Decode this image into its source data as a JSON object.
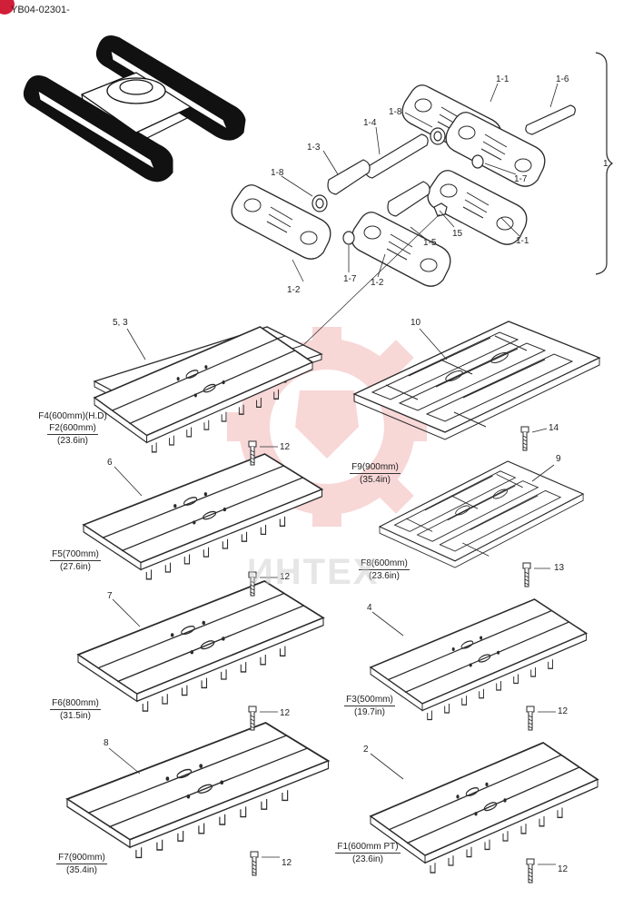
{
  "page": {
    "code": "YB04-02301-",
    "assembly_number": "1"
  },
  "watermark": {
    "text": "ИНТЕХ"
  },
  "callouts": {
    "c1_1a": "1-1",
    "c1_6": "1-6",
    "c1_8a": "1-8",
    "c1_4": "1-4",
    "c1_3": "1-3",
    "c1_7a": "1-7",
    "c1_8b": "1-8",
    "c1_5": "1-5",
    "c15": "15",
    "c1_1b": "1-1",
    "c1_2a": "1-2",
    "c1_7b": "1-7",
    "c1_2b": "1-2",
    "c53": "5, 3",
    "c10": "10",
    "c14": "14",
    "c12a": "12",
    "c6": "6",
    "c9": "9",
    "c12b": "12",
    "c13": "13",
    "c7": "7",
    "c4": "4",
    "c12c": "12",
    "c12d": "12",
    "c8": "8",
    "c2": "2",
    "c12e": "12",
    "c12f": "12"
  },
  "specs": {
    "f4_line1": "F4(600mm)(H.D)",
    "f4_line2": "F2(600mm)",
    "f4_in": "(23.6in)",
    "f9_line1": "F9(900mm)",
    "f9_in": "(35.4in)",
    "f5_line1": "F5(700mm)",
    "f5_in": "(27.6in)",
    "f8_line1": "F8(600mm)",
    "f8_in": "(23.6in)",
    "f6_line1": "F6(800mm)",
    "f6_in": "(31.5in)",
    "f3_line1": "F3(500mm)",
    "f3_in": "(19.7in)",
    "f7_line1": "F7(900mm)",
    "f7_in": "(35.4in)",
    "f1_line1": "F1(600mm PT)",
    "f1_in": "(23.6in)"
  },
  "colors": {
    "line": "#2a2a2a",
    "watermark": "#f2b0b0",
    "badge": "#d11f3a"
  }
}
